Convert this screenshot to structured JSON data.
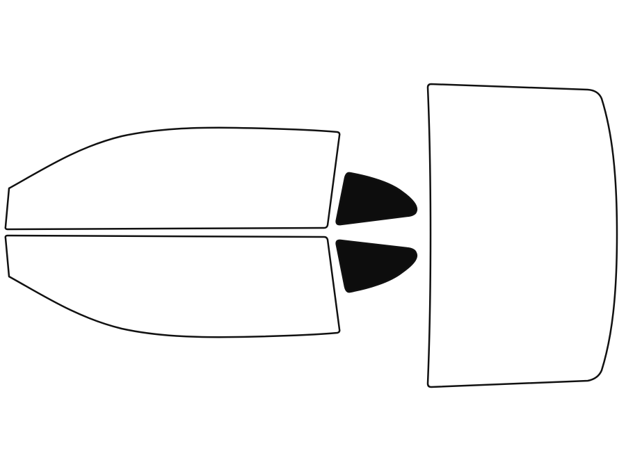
{
  "diagram": {
    "background_color": "#ffffff",
    "outline_color": "#111111",
    "panels": [
      {
        "id": "front-door-window-top",
        "fill": "#ffffff",
        "tinted": false
      },
      {
        "id": "front-door-window-bottom",
        "fill": "#ffffff",
        "tinted": false
      },
      {
        "id": "rear-quarter-window-top",
        "fill": "#0d0d0d",
        "tinted": true
      },
      {
        "id": "rear-quarter-window-bottom",
        "fill": "#0d0d0d",
        "tinted": true
      },
      {
        "id": "rear-windshield",
        "fill": "#ffffff",
        "tinted": false
      }
    ]
  }
}
